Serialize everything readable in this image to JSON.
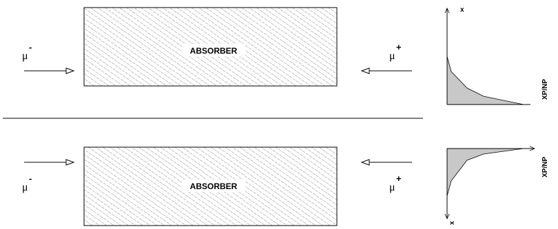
{
  "top_panel": {
    "absorber_label": "ABSORBER",
    "left_particle": {
      "symbol": "μ",
      "charge": "-"
    },
    "right_particle": {
      "symbol": "μ",
      "charge": "+"
    },
    "plot": {
      "y_label": "x",
      "x_label": "XP/NP"
    }
  },
  "bottom_panel": {
    "absorber_label": "ABSORBER",
    "left_particle": {
      "symbol": "μ",
      "charge": "-"
    },
    "right_particle": {
      "symbol": "μ",
      "charge": "+"
    },
    "plot": {
      "y_label": "x",
      "x_label": "XP/NP"
    }
  },
  "colors": {
    "hatch": "#555555",
    "fill": "#c8c8c8",
    "line": "#000000"
  }
}
